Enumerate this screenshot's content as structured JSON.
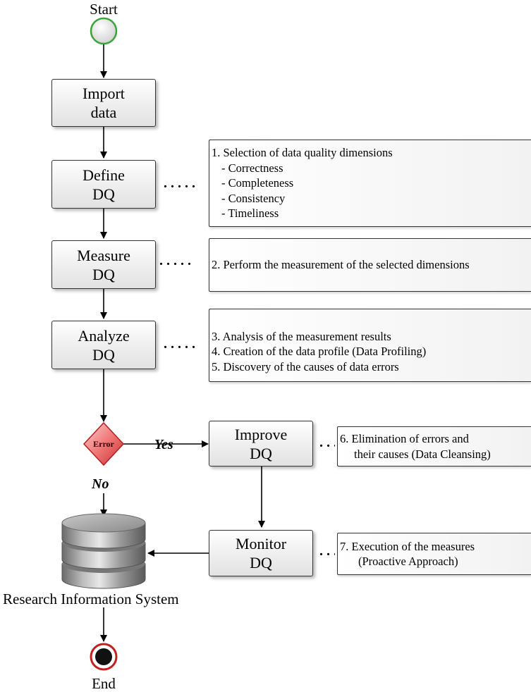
{
  "start_label": "Start",
  "end_label": "End",
  "steps": {
    "import": [
      "Import",
      "data"
    ],
    "define": [
      "Define",
      "DQ"
    ],
    "measure": [
      "Measure",
      "DQ"
    ],
    "analyze": [
      "Analyze",
      "DQ"
    ],
    "improve": [
      "Improve",
      "DQ"
    ],
    "monitor": [
      "Monitor",
      "DQ"
    ]
  },
  "decision": {
    "label": "Error",
    "yes": "Yes",
    "no": "No"
  },
  "system_label": "Research Information System",
  "notes": {
    "define": [
      "1. Selection of data quality dimensions",
      "  - Correctness",
      "  - Completeness",
      "  - Consistency",
      "  - Timeliness"
    ],
    "measure": [
      "2. Perform the measurement of the selected dimensions"
    ],
    "analyze": [
      "3. Analysis of the measurement results",
      "4. Creation of the data profile (Data Profiling)",
      "5. Discovery of the causes of data errors"
    ],
    "improve": [
      "6. Elimination of errors and",
      "    their causes (Data Cleansing)"
    ],
    "monitor": [
      "7.  Execution of the measures",
      "     (Proactive Approach)"
    ]
  },
  "connector_dots": "....."
}
